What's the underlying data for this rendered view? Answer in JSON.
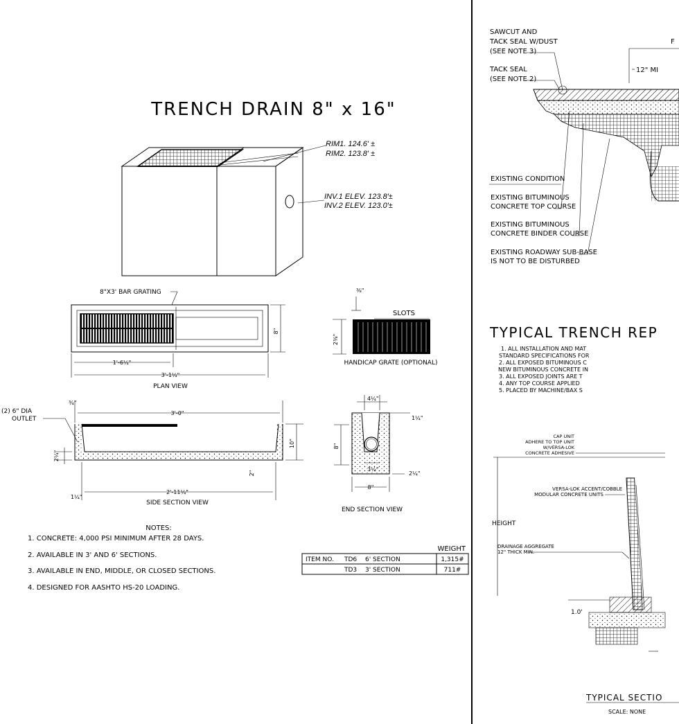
{
  "left": {
    "title": "TRENCH DRAIN 8\" x 16\"",
    "rim1": "RIM1. 124.6' ±",
    "rim2": "RIM2. 123.8' ±",
    "inv1": "INV.1 ELEV. 123.8'±",
    "inv2": "INV.2 ELEV. 123.0'±",
    "grating_label": "8\"X3' BAR GRATING",
    "plan_dims": {
      "d1": "1'-6¼\"",
      "d2": "3'-1¼\"",
      "h": "8\""
    },
    "plan_view": "PLAN VIEW",
    "slots": "SLOTS",
    "slot_dim_a": "⅜\"",
    "slot_dim_b": "2⅜\"",
    "handicap": "HANDICAP GRATE (OPTIONAL)",
    "side_dims": {
      "top": "3'-0\"",
      "bottom": "2'-11¼\"",
      "height": "10\"",
      "left": "2¼\"",
      "one": "1¼\"",
      "inner": "2\"",
      "small": "¾\""
    },
    "outlet": [
      "(2) 6\" DIA",
      "OUTLET"
    ],
    "side_view": "SIDE SECTION VIEW",
    "end_dims": {
      "top": "4¼\"",
      "right": "1¼\"",
      "h": "8\"",
      "inner": "3¼\"",
      "bottom": "8\"",
      "r2": "2¼\""
    },
    "end_view": "END SECTION VIEW",
    "notes_title": "NOTES:",
    "notes": [
      "1. CONCRETE: 4,000 PSI MINIMUM AFTER 28 DAYS.",
      "2. AVAILABLE IN 3' AND 6' SECTIONS.",
      "3. AVAILABLE IN END, MIDDLE, OR CLOSED SECTIONS.",
      "4. DESIGNED FOR AASHTO HS-20 LOADING."
    ],
    "table": {
      "weight_header": "WEIGHT",
      "rows": [
        {
          "item": "ITEM NO.",
          "code": "TD6",
          "section": "6' SECTION",
          "weight": "1,315#"
        },
        {
          "item": "",
          "code": "TD3",
          "section": "3' SECTION",
          "weight": "711#"
        }
      ]
    }
  },
  "right": {
    "callouts": [
      "SAWCUT AND",
      "TACK SEAL W/DUST",
      "(SEE NOTE 3)",
      "TACK SEAL",
      "(SEE NOTE 2)"
    ],
    "partial_r": "F",
    "min_12": "12\" MI",
    "existing_condition": "EXISTING CONDITION",
    "layers": [
      "EXISTING BITUMINOUS",
      "CONCRETE TOP COURSE",
      "EXISTING BITUMINOUS",
      "CONCRETE BINDER COURSE",
      "EXISTING ROADWAY SUB-BASE",
      "IS NOT TO BE DISTURBED"
    ],
    "trench_title": "TYPICAL TRENCH REP",
    "trench_notes": [
      "1.  ALL INSTALLATION AND MAT",
      "STANDARD SPECIFICATIONS FOR",
      "2.  ALL EXPOSED BITUMINOUS C",
      " NEW BITUMINOUS CONCRETE IN",
      "3.  ALL EXPOSED JOINTS ARE T",
      "4.  ANY TOP COURSE APPLIED",
      "5.  PLACED BY MACHINE/BAX S"
    ],
    "cap": [
      "CAP UNIT",
      "ADHERE TO TOP UNIT",
      "W/VERSA-LOK",
      "CONCRETE ADHESIVE"
    ],
    "versa": [
      "VERSA-LOK ACCENT/COBBLE",
      "MODULAR CONCRETE UNITS"
    ],
    "height": "HEIGHT",
    "drainage": [
      "DRAINAGE AGGREGATE",
      "12\" THICK MIN."
    ],
    "one_foot": "1.0'",
    "section_title": "TYPICAL SECTIO",
    "scale": "SCALE: NONE"
  }
}
